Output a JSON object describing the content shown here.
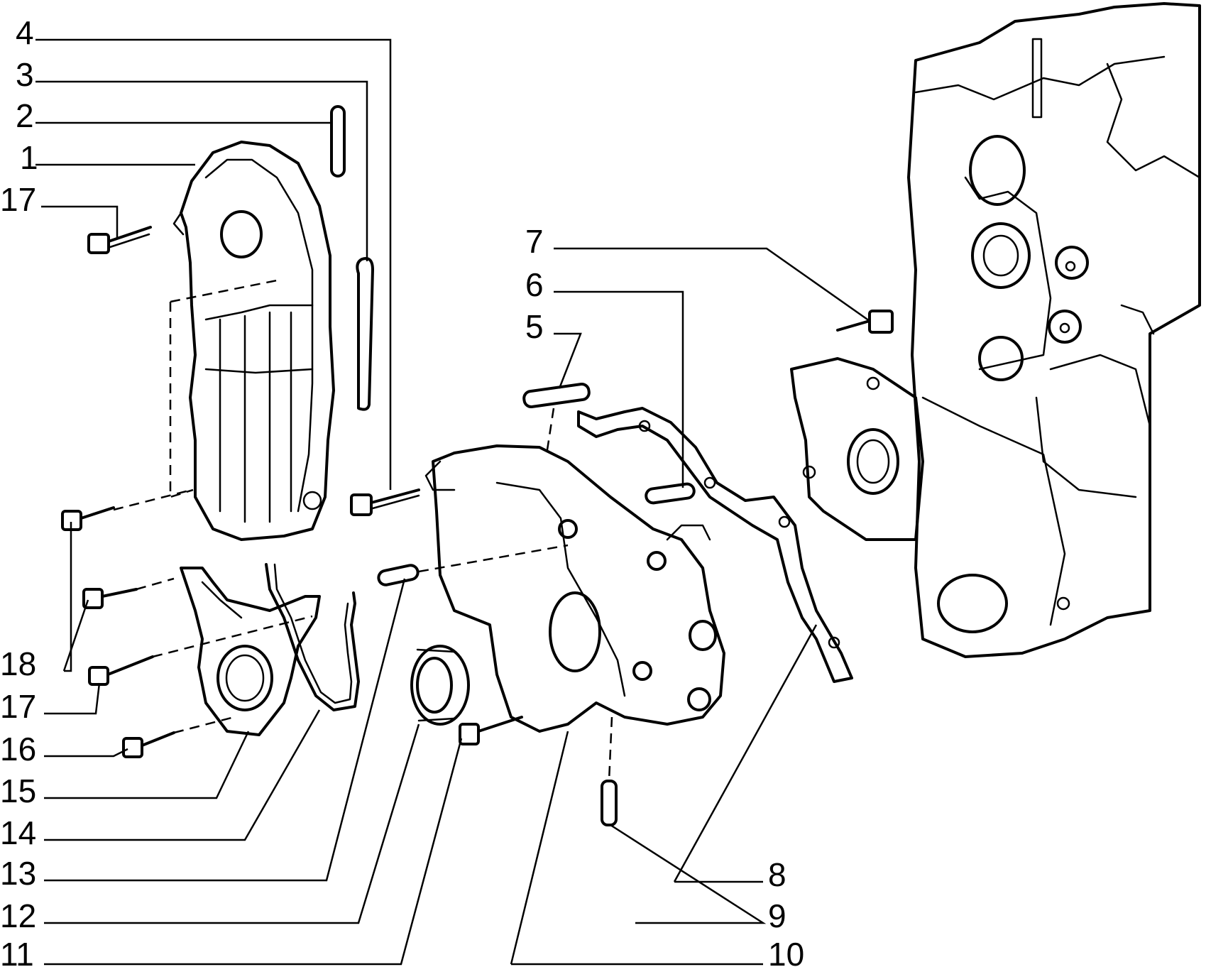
{
  "diagram": {
    "callouts": [
      {
        "id": "c4",
        "text": "4"
      },
      {
        "id": "c3",
        "text": "3"
      },
      {
        "id": "c2",
        "text": "2"
      },
      {
        "id": "c1",
        "text": "1"
      },
      {
        "id": "c17a",
        "text": "17"
      },
      {
        "id": "c7",
        "text": "7"
      },
      {
        "id": "c6",
        "text": "6"
      },
      {
        "id": "c5",
        "text": "5"
      },
      {
        "id": "c18",
        "text": "18"
      },
      {
        "id": "c17b",
        "text": "17"
      },
      {
        "id": "c16",
        "text": "16"
      },
      {
        "id": "c15",
        "text": "15"
      },
      {
        "id": "c14",
        "text": "14"
      },
      {
        "id": "c13",
        "text": "13"
      },
      {
        "id": "c12",
        "text": "12"
      },
      {
        "id": "c11",
        "text": "11"
      },
      {
        "id": "c8",
        "text": "8"
      },
      {
        "id": "c9",
        "text": "9"
      },
      {
        "id": "c10",
        "text": "10"
      }
    ]
  }
}
